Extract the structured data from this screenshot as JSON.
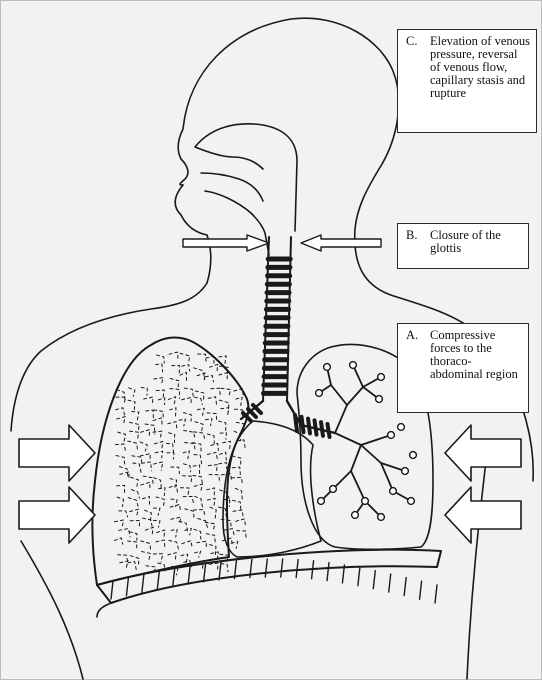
{
  "figure": {
    "colors": {
      "background": "#f2f2f2",
      "line": "#1a1a1a",
      "box_border": "#2a2a2a",
      "box_fill": "#ffffff"
    }
  },
  "labels": [
    {
      "letter": "C.",
      "text": "Elevation of venous pressure, reversal of venous flow, capillary stasis and rupture"
    },
    {
      "letter": "B.",
      "text": "Closure of the glottis"
    },
    {
      "letter": "A.",
      "text": "Compressive forces to the thoraco-abdominal region"
    }
  ]
}
